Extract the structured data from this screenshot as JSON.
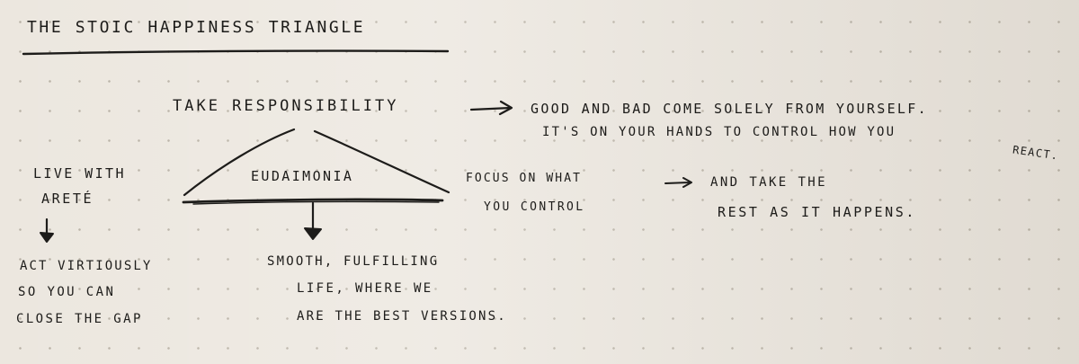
{
  "title": "THE STOIC HAPPINESS TRIANGLE",
  "apex": {
    "label": "TAKE RESPONSIBILITY",
    "note_line1": "GOOD AND BAD COME SOLELY FROM YOURSELF.",
    "note_line2": "IT'S ON YOUR HANDS TO CONTROL HOW YOU",
    "note_line2_tail": "REACT."
  },
  "center": {
    "label": "EUDAIMONIA",
    "result_line1": "SMOOTH, FULFILLING",
    "result_line2": "LIFE, WHERE WE",
    "result_line3": "ARE THE BEST VERSIONS."
  },
  "left": {
    "label_line1": "LIVE WITH",
    "label_line2": "ARETÉ",
    "result_line1": "ACT VIRTIOUSLY",
    "result_line2": "SO YOU CAN",
    "result_line3": "CLOSE THE GAP"
  },
  "right": {
    "label_line1": "FOCUS ON WHAT",
    "label_line2": "YOU CONTROL",
    "note_line1": "AND TAKE THE",
    "note_line2": "REST AS IT HAPPENS."
  }
}
